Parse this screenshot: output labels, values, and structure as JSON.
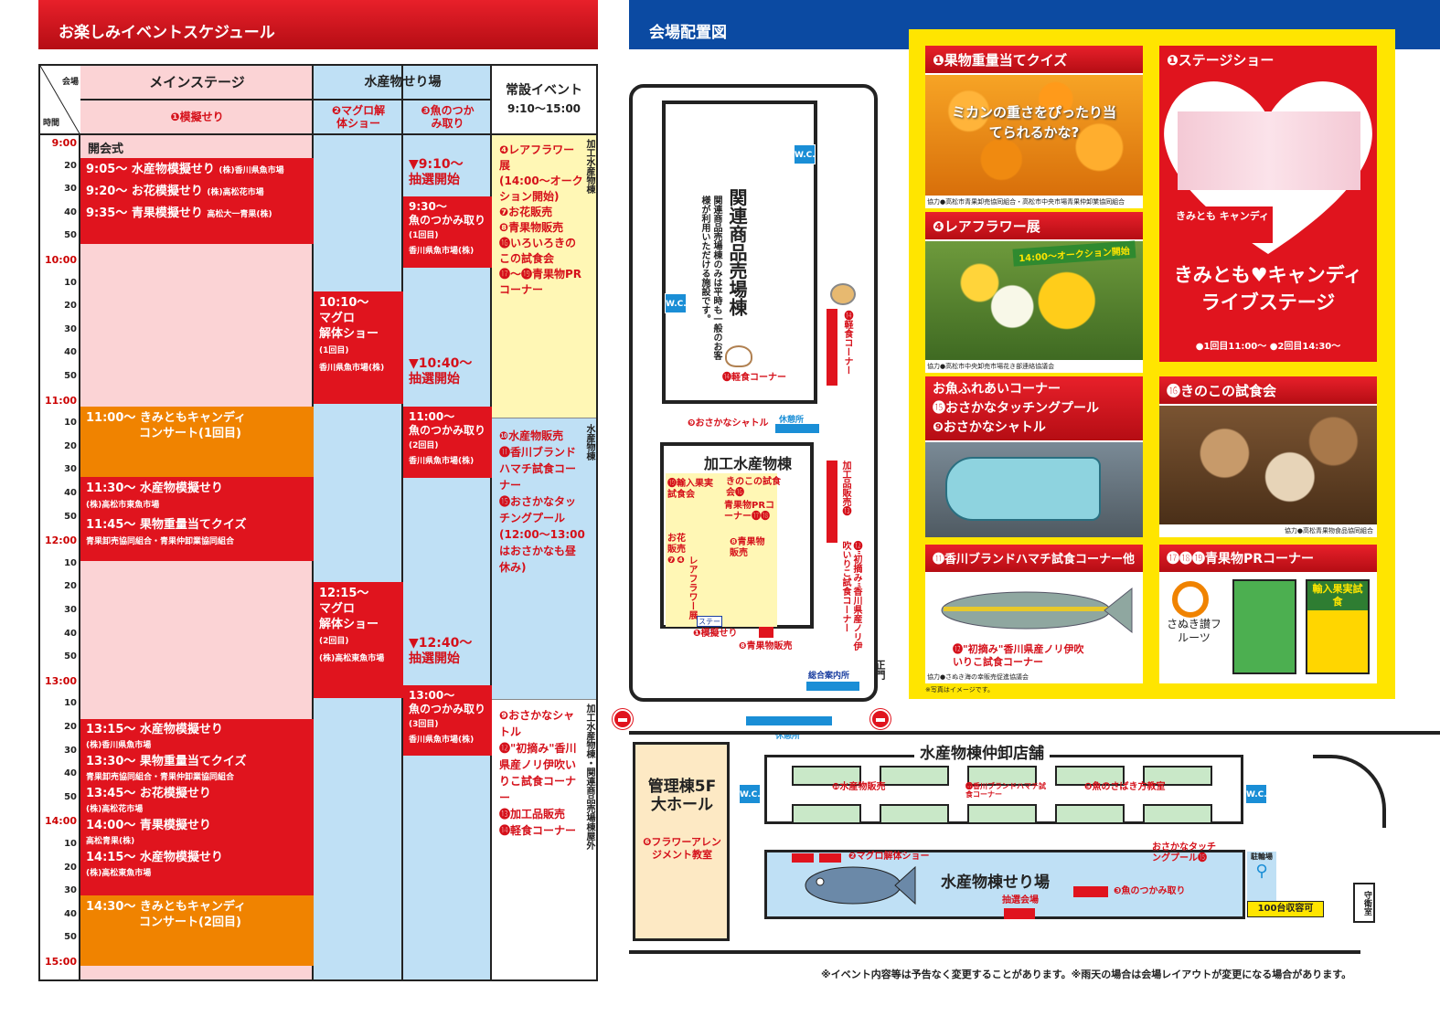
{
  "schedule": {
    "title": "お楽しみイベントスケジュール",
    "corner_top": "会場",
    "corner_bottom": "時間",
    "main_stage": "メインステージ",
    "main_stage_sub": "❶模擬せり",
    "fish_market": "水産物せり場",
    "tuna": "❷マグロ解体ショー",
    "catch": "❸魚のつかみ取り",
    "permanent": "常設イベント",
    "permanent_time": "9:10〜15:00",
    "times": [
      "9:00",
      "20",
      "30",
      "40",
      "50",
      "10:00",
      "10",
      "20",
      "30",
      "40",
      "50",
      "11:00",
      "10",
      "20",
      "30",
      "40",
      "50",
      "12:00",
      "10",
      "20",
      "30",
      "40",
      "50",
      "13:00",
      "10",
      "20",
      "30",
      "40",
      "50",
      "14:00",
      "10",
      "20",
      "30",
      "40",
      "50",
      "15:00"
    ],
    "opening": "開会式",
    "m1": "9:05〜 水産物模擬せり",
    "m1s": "(株)香川県魚市場",
    "m2": "9:20〜 お花模擬せり",
    "m2s": "(株)高松花市場",
    "m3": "9:35〜 青果模擬せり",
    "m3s": "高松大一青果(株)",
    "m4": "11:00〜 きみともキャンディ",
    "m4b": "コンサート(1回目)",
    "m5": "11:30〜 水産物模擬せり",
    "m5s": "(株)高松市東魚市場",
    "m6": "11:45〜 果物重量当てクイズ",
    "m6s": "青果卸売協同組合・青果仲卸業協同組合",
    "m7": "13:15〜 水産物模擬せり",
    "m7s": "(株)香川県魚市場",
    "m8": "13:30〜 果物重量当てクイズ",
    "m8s": "青果卸売協同組合・青果仲卸業協同組合",
    "m9": "13:45〜 お花模擬せり",
    "m9s": "(株)高松花市場",
    "m10": "14:00〜 青果模擬せり",
    "m10s": "高松青果(株)",
    "m11": "14:15〜 水産物模擬せり",
    "m11s": "(株)高松東魚市場",
    "m12": "14:30〜 きみともキャンディ",
    "m12b": "コンサート(2回目)",
    "t1a": "10:10〜",
    "t1b": "マグロ",
    "t1c": "解体ショー",
    "t1d": "(1回目)",
    "t1e": "香川県魚市場(株)",
    "t2a": "12:15〜",
    "t2b": "マグロ",
    "t2c": "解体ショー",
    "t2d": "(2回目)",
    "t2e": "(株)高松東魚市場",
    "c0": "▼9:10〜",
    "c0b": "抽選開始",
    "c1a": "9:30〜",
    "c1b": "魚のつかみ取り",
    "c1c": "(1回目)",
    "c1d": "香川県魚市場(株)",
    "c2": "▼10:40〜",
    "c2b": "抽選開始",
    "c3a": "11:00〜",
    "c3b": "魚のつかみ取り",
    "c3c": "(2回目)",
    "c3d": "香川県魚市場(株)",
    "c4": "▼12:40〜",
    "c4b": "抽選開始",
    "c5a": "13:00〜",
    "c5b": "魚のつかみ取り",
    "c5c": "(3回目)",
    "c5d": "香川県魚市場(株)",
    "p1": "❹レアフラワー展\n(14:00〜オークション開始)\n❼お花販売\n❽青果物販売\n⓰いろいろきのこの試食会\n⓱〜⓳青果物PRコーナー",
    "p1v": "加工水産物棟",
    "p2": "❿水産物販売\n⓫香川ブランドハマチ試食コーナー\n⓯おさかなタッチングプール\n(12:00〜13:00はおさかなも昼休み)",
    "p2v": "水産物棟",
    "p3": "❾おさかなシャトル\n⓬\"初摘み\"香川県産ノリ伊吹いりこ試食コーナー\n⓭加工品販売\n⓮軽食コーナー",
    "p3v": "加工水産物棟・関連商品売場棟屋外"
  },
  "map": {
    "title": "会場配置図",
    "related": "関連商品売場棟",
    "related_note": "関連商品売場棟のみは平時も一般のお客様が利用いただける施設です。",
    "processed": "加工水産物棟",
    "wholesale": "水産物棟仲卸店舗",
    "auction": "水産物棟せり場",
    "admin": "管理棟5F大ホール",
    "admin_event": "❻フラワーアレンジメント教室",
    "rest": "休憩所",
    "info": "総合案内所",
    "gate": "正門",
    "guard": "守衛室",
    "bike": "駐輪場",
    "bike_cap": "100台収容可",
    "lottery": "抽選会場",
    "shuttle": "❾おさかなシャトル",
    "light": "⓮軽食コーナー",
    "light2": "⓮軽食コーナー",
    "kakou": "加工品販売⓭",
    "nori": "⓬\"初摘み\"香川県産ノリ伊吹いりこ試食コーナー",
    "stage": "ステージ",
    "mogi": "❶模擬せり",
    "seika": "❽青果物販売",
    "yunyu": "⓳輸入果実試食会",
    "kinoko": "きのこの試食会⓰",
    "seikapr": "青果物PRコーナー⓱⓲",
    "ohana": "お花販売❼",
    "rare": "レアフラワー展❹",
    "suisan": "❿水産物販売",
    "hamachi": "⓫香川ブランドハマチ試食コーナー",
    "sabaki": "❺魚のさばき方教室",
    "maguro": "❷マグロ解体ショー",
    "tsukami": "❸魚のつかみ取り",
    "pool": "おさかなタッチングプール⓯",
    "wc": "W.C.",
    "footer": "※イベント内容等は予告なく変更することがあります。※雨天の場合は会場レイアウトが変更になる場合があります。"
  },
  "panels": {
    "p1": "❶果物重量当てクイズ",
    "p1t": "ミカンの重さをぴったり当てられるかな?",
    "p1n": "協力●高松市青果卸売協同組合・高松市中央市場青果仲卸業協同組合",
    "p2": "❶ステージショー",
    "p2t": "きみとも♥キャンディライブステージ",
    "p2n": "●1回目11:00〜 ●2回目14:30〜",
    "p2logo": "きみとも キャンディ",
    "p3": "❹レアフラワー展",
    "p3b": "14:00〜オークション開始",
    "p3n": "協力●高松市中央卸売市場花き部連絡協議会",
    "p4a": "お魚ふれあいコーナー",
    "p4b": "⓯おさかなタッチングプール",
    "p4c": "❾おさかなシャトル",
    "p5": "⓰きのこの試食会",
    "p5n": "協力●高松青果物食品協同組合",
    "p6": "⓫香川ブランドハマチ試食コーナー他",
    "p6t": "⓬\"初摘み\"香川県産ノリ伊吹いりこ試食コーナー",
    "p6n": "協力●さぬき海の幸販売促進協議会",
    "p7": "⓱⓲⓳青果物PRコーナー",
    "p7a": "さぬき讃フルーツ",
    "p7b": "輸入果実試食",
    "note": "※写真はイメージです。"
  },
  "colors": {
    "red": "#e0141e",
    "orange": "#f08300",
    "pink": "#fbd3d5",
    "blue": "#bfe0f5",
    "yellow": "#fff7b5",
    "brand_blue": "#0b4aa2"
  }
}
